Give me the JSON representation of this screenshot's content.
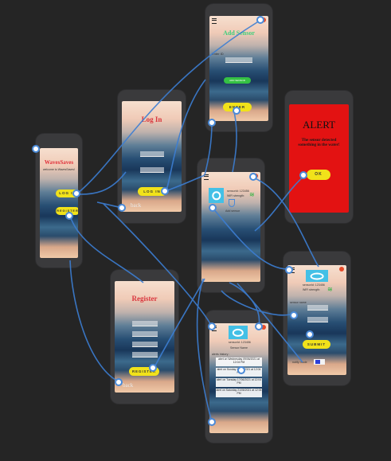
{
  "screens": {
    "welcome": {
      "title": "WavesSaves",
      "subtitle": "welcome to WavesSaves!",
      "login_label": "LOG IN",
      "register_label": "REGISTER"
    },
    "login": {
      "title": "Log In",
      "login_label": "LOG IN",
      "back_label": "back"
    },
    "register": {
      "title": "Register",
      "register_label": "REGISTER",
      "back_label": "back"
    },
    "add_sensor": {
      "title": "Add Sensor",
      "field_label": "Enter ID",
      "green_label": "ADD SENSOR",
      "enter_label": "ENTER"
    },
    "alert": {
      "title": "ALERT",
      "message": "The sensor detected something in the water!",
      "ok_label": "OK"
    },
    "dashboard": {
      "sensor_id": "sensorId: 123456",
      "wifi_label": "WiFi strength:",
      "add_label": "Add sensor"
    },
    "sensor_edit": {
      "sensor_id": "sensorId: 123456",
      "wifi_label": "WiFi strength:",
      "name_label": "sensor name",
      "submit_label": "SUBMIT",
      "notify_label": "notify mode"
    },
    "history": {
      "sensor_id": "sensorId: 123456",
      "name_label": "Sensor Name",
      "history_label": "alerts history :",
      "alerts": [
        "alert on Wednesday 09/06/2021 at 12:04 PM",
        "alert on Sunday 12/06/2021 at 12:04 PM",
        "alert on Tuesday 17/06/2021 at 12:04 PM",
        "alert on Saturday 21/06/2021 at 12:04 PM"
      ]
    }
  }
}
